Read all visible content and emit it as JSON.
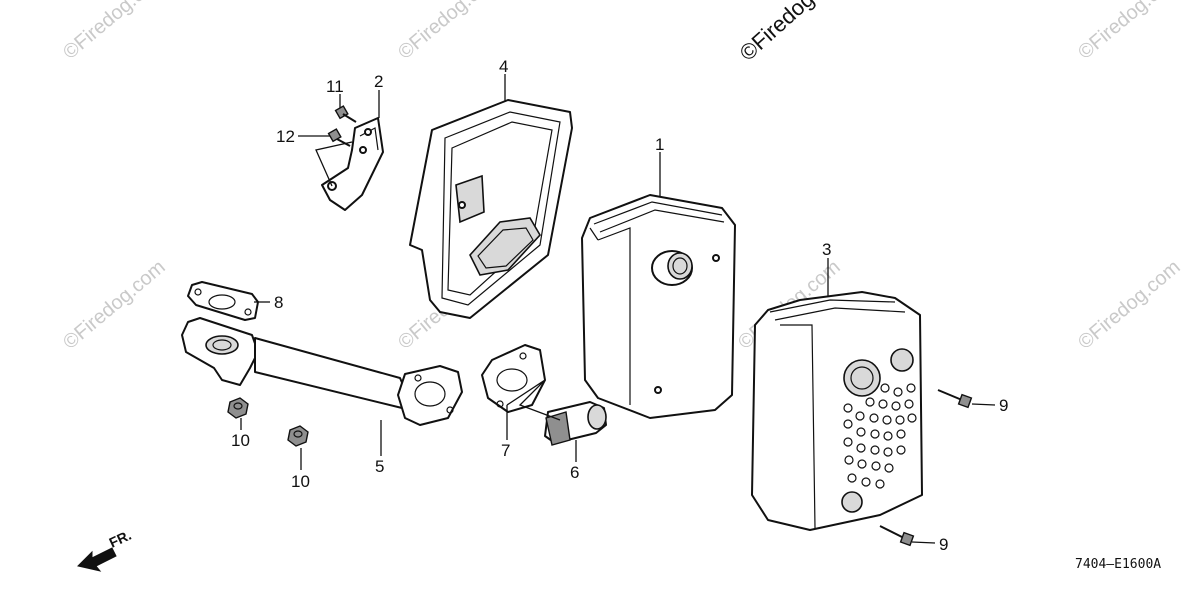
{
  "diagram": {
    "reference_code": "7404–E1600A",
    "direction_label": "FR.",
    "watermark": "©Firedog.com",
    "watermark_main": "©Firedog.c",
    "callouts": {
      "c1": "1",
      "c2": "2",
      "c3": "3",
      "c4": "4",
      "c5": "5",
      "c6": "6",
      "c7": "7",
      "c8": "8",
      "c9a": "9",
      "c9b": "9",
      "c10a": "10",
      "c10b": "10",
      "c11": "11",
      "c12": "12"
    }
  }
}
